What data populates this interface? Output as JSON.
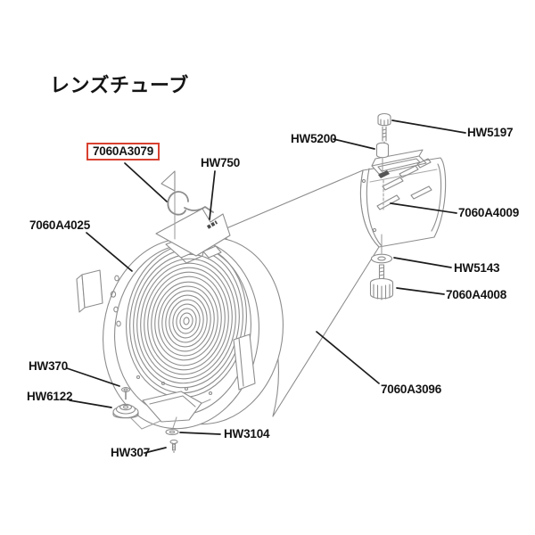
{
  "title": "レンズチューブ",
  "colors": {
    "background": "#ffffff",
    "drawing_line": "#8d8d8d",
    "label_text": "#141414",
    "leader_line": "#1d1d1d",
    "highlight_box": "#d8402f"
  },
  "parts": [
    {
      "id": "7060A3079",
      "highlighted": true
    },
    {
      "id": "HW750",
      "highlighted": false
    },
    {
      "id": "HW5200",
      "highlighted": false
    },
    {
      "id": "HW5197",
      "highlighted": false
    },
    {
      "id": "7060A4009",
      "highlighted": false
    },
    {
      "id": "HW5143",
      "highlighted": false
    },
    {
      "id": "7060A4008",
      "highlighted": false
    },
    {
      "id": "7060A4025",
      "highlighted": false
    },
    {
      "id": "HW370",
      "highlighted": false
    },
    {
      "id": "HW6122",
      "highlighted": false
    },
    {
      "id": "7060A3096",
      "highlighted": false
    },
    {
      "id": "HW3104",
      "highlighted": false
    },
    {
      "id": "HW307",
      "highlighted": false
    }
  ]
}
